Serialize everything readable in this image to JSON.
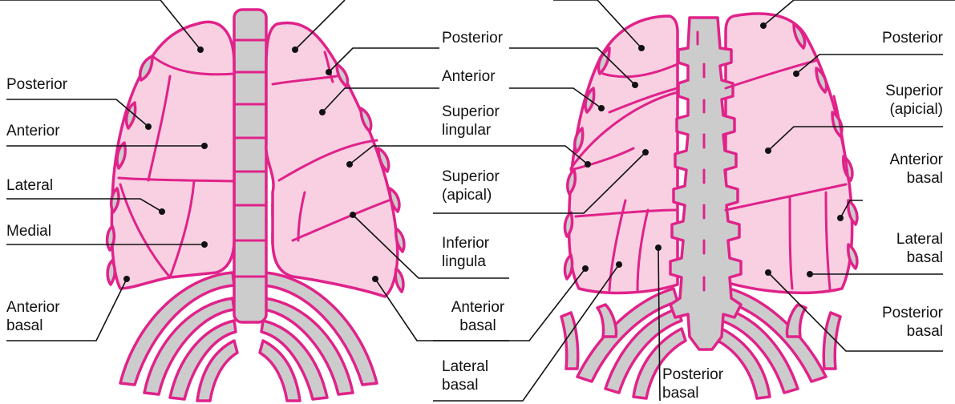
{
  "colors": {
    "outline": "#e0228a",
    "lung_fill": "#f8d0e2",
    "bone_fill": "#cccccc",
    "leader": "#111111"
  },
  "labels": {
    "front_posterior": "Posterior",
    "front_anterior": "Anterior",
    "front_lateral": "Lateral",
    "front_medial": "Medial",
    "front_anterior_basal": "Anterior\nbasal",
    "mid_posterior": "Posterior",
    "mid_anterior": "Anterior",
    "mid_superior_lingular": "Superior\nlingular",
    "mid_superior_apical": "Superior\n(apical)",
    "mid_inferior_lingula": "Inferior\nlingula",
    "mid_anterior_basal": "Anterior\nbasal",
    "mid_lateral_basal": "Lateral\nbasal",
    "back_posterior_basal_center": "Posterior\nbasal",
    "back_posterior": "Posterior",
    "back_superior_apicial": "Superior\n(apicial)",
    "back_anterior_basal": "Anterior\nbasal",
    "back_lateral_basal": "Lateral\nbasal",
    "back_posterior_basal": "Posterior\nbasal"
  }
}
